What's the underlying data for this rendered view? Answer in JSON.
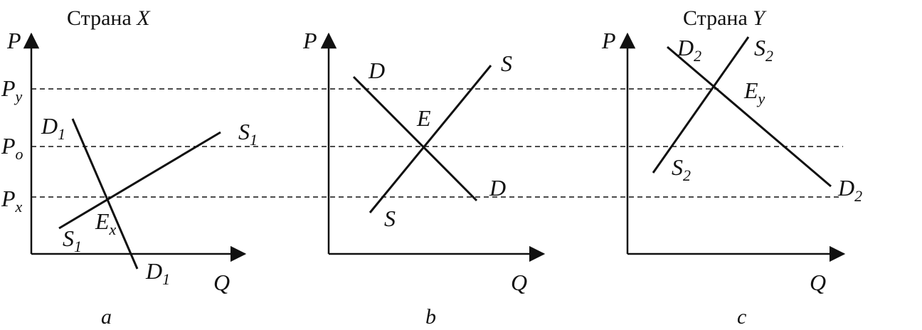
{
  "titles": {
    "country_x": {
      "word": "Страна",
      "letter": "X"
    },
    "country_y": {
      "word": "Страна",
      "letter": "Y"
    }
  },
  "price_levels": {
    "py": {
      "main": "P",
      "sub": "y"
    },
    "po": {
      "main": "P",
      "sub": "o"
    },
    "px": {
      "main": "P",
      "sub": "x"
    }
  },
  "panels": {
    "a": {
      "caption": "a",
      "axis_p": "P",
      "axis_q": "Q",
      "demand": {
        "main": "D",
        "sub": "1"
      },
      "demand_end": {
        "main": "D",
        "sub": "1"
      },
      "supply": {
        "main": "S",
        "sub": "1"
      },
      "supply_start": {
        "main": "S",
        "sub": "1"
      },
      "equilibrium": {
        "main": "E",
        "sub": "x"
      }
    },
    "b": {
      "caption": "b",
      "axis_p": "P",
      "axis_q": "Q",
      "demand_top": "D",
      "demand_end": "D",
      "supply_top": "S",
      "supply_start": "S",
      "equilibrium": "E"
    },
    "c": {
      "caption": "c",
      "axis_p": "P",
      "axis_q": "Q",
      "demand": {
        "main": "D",
        "sub": "2"
      },
      "demand_end": {
        "main": "D",
        "sub": "2"
      },
      "supply": {
        "main": "S",
        "sub": "2"
      },
      "supply_start": {
        "main": "S",
        "sub": "2"
      },
      "equilibrium": {
        "main": "E",
        "sub": "y"
      }
    }
  }
}
